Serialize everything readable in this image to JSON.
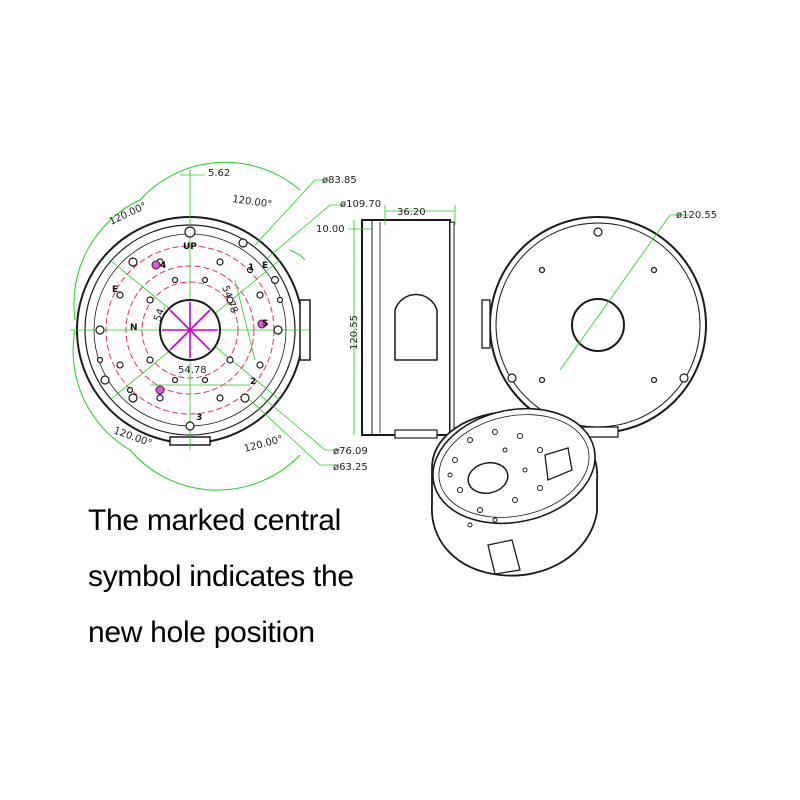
{
  "dimensions": {
    "top_offset": "5.62",
    "angle_top": "120.00°",
    "angle_top_left": "120.00°",
    "angle_bottom_left": "120.00°",
    "angle_bottom_right": "120.00°",
    "dia_83": "ø83.85",
    "dia_109": "ø109.70",
    "side_depth": "36.20",
    "side_wall": "10.00",
    "side_height": "120.55",
    "dia_76": "ø76.09",
    "dia_63": "ø63.25",
    "inner_54_left": "54.",
    "inner_54_bottom": "54.78",
    "inner_54_right": "54.78",
    "dia_120": "ø120.55"
  },
  "hole_marks": {
    "up": "UP",
    "m1": "1",
    "m2": "2",
    "m3": "3",
    "m4": "4",
    "mE1": "E",
    "mE2": "E",
    "mN": "N",
    "mS": "S"
  },
  "caption": {
    "line1": "The marked central",
    "line2": "symbol indicates the",
    "line3": "new hole position"
  },
  "colors": {
    "outline": "#1a1a1a",
    "dimension": "#22cc22",
    "center": "#d0005a",
    "marker": "#cc00cc"
  }
}
